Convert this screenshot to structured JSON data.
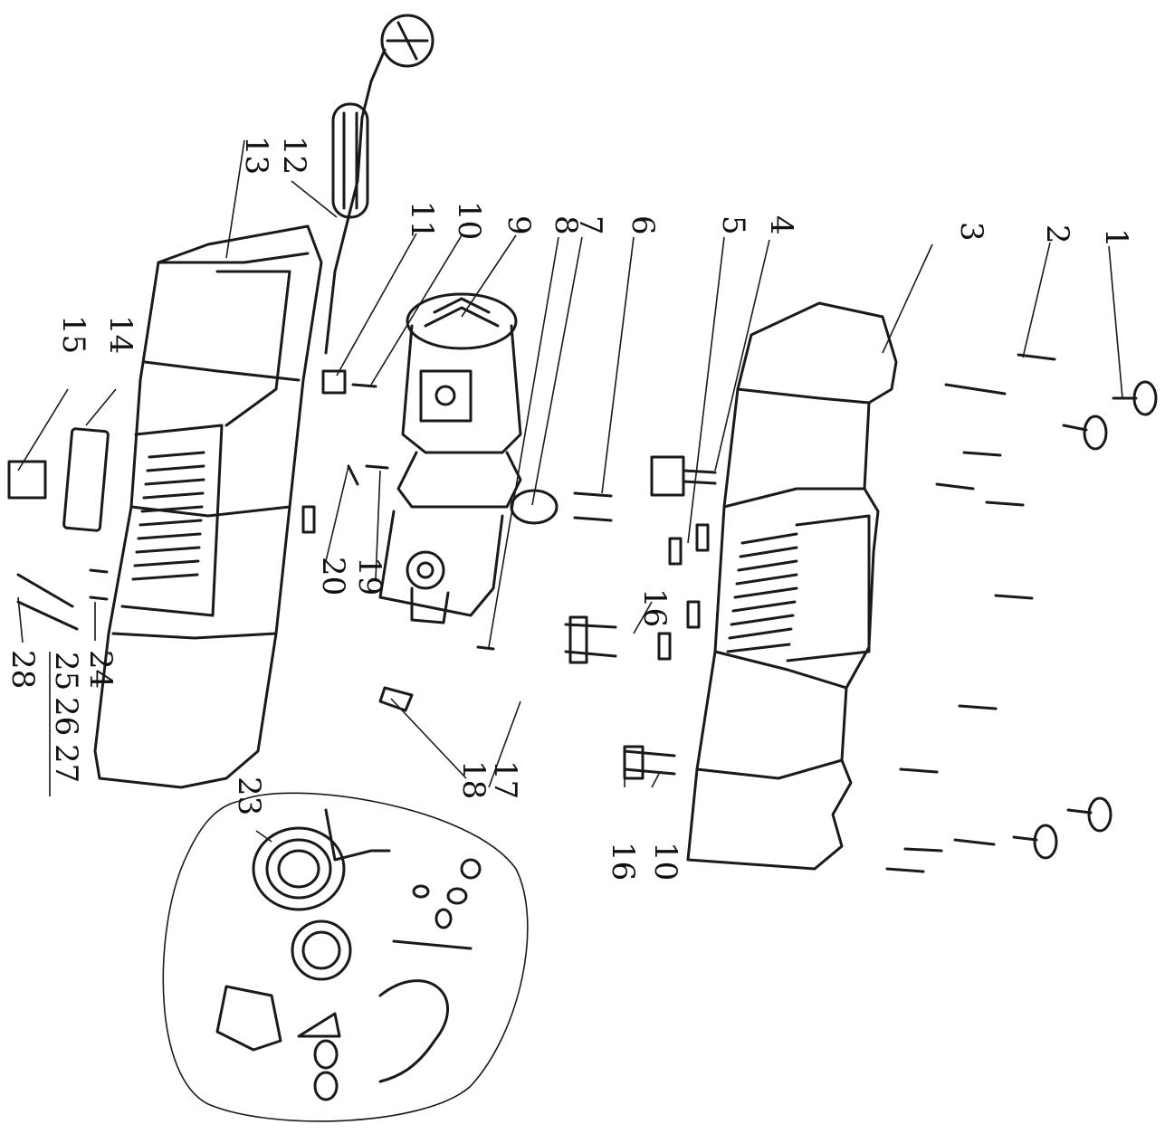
{
  "callouts": {
    "c1": "1",
    "c2": "2",
    "c3": "3",
    "c4": "4",
    "c5": "5",
    "c6": "6",
    "c7": "7",
    "c8": "8",
    "c9": "9",
    "c10": "10",
    "c10b": "10",
    "c11": "11",
    "c12": "12",
    "c13": "13",
    "c14": "14",
    "c15": "15",
    "c16": "16",
    "c16b": "16",
    "c17": "17",
    "c18": "18",
    "c19": "19",
    "c20": "20",
    "c23": "23",
    "c24": "24",
    "c25": "25",
    "c26": "26",
    "c27": "27",
    "c28": "28"
  },
  "colors": {
    "line": "#1a1a1a",
    "background": "#ffffff"
  }
}
